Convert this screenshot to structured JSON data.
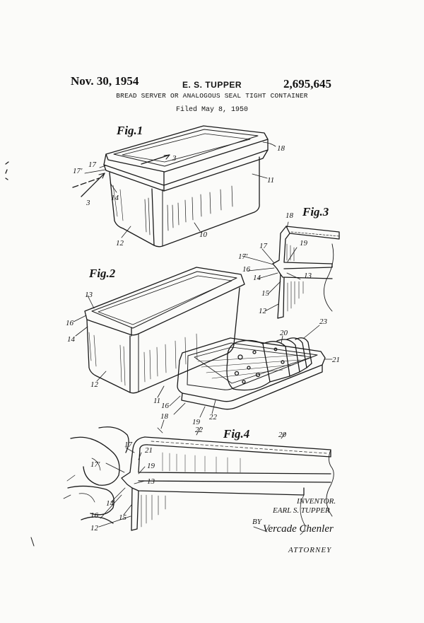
{
  "header": {
    "date": "Nov. 30, 1954",
    "inventor": "E. S. TUPPER",
    "patent_number": "2,695,645",
    "title": "BREAD SERVER OR ANALOGOUS SEAL TIGHT CONTAINER",
    "filed": "Filed May 8, 1950"
  },
  "figures": {
    "fig1": "Fig.1",
    "fig2": "Fig.2",
    "fig3": "Fig.3",
    "fig4": "Fig.4"
  },
  "refs": {
    "fig1": [
      "18",
      "3",
      "17",
      "17'",
      "14",
      "11",
      "3",
      "12",
      "10"
    ],
    "fig2": [
      "13",
      "16",
      "14",
      "12",
      "11",
      "16",
      "20",
      "23",
      "21",
      "19",
      "22"
    ],
    "fig3": [
      "18",
      "17",
      "19",
      "17'",
      "16",
      "14",
      "13",
      "15",
      "12"
    ],
    "fig4": [
      "18",
      "22",
      "20",
      "17",
      "21",
      "17'",
      "19",
      "13",
      "14",
      "15",
      "16",
      "12"
    ]
  },
  "signature": {
    "inventor_caption": "INVENTOR.",
    "inventor_name": "EARL S. TUPPER",
    "by": "BY",
    "attorney_signature": "Vercade Chenler",
    "attorney_caption": "ATTORNEY"
  }
}
